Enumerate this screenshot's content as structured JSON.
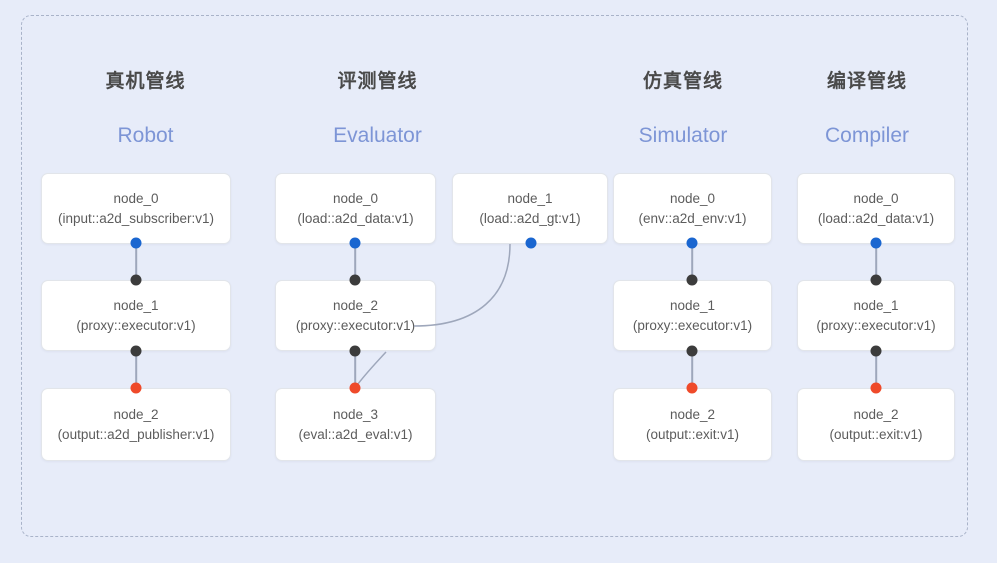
{
  "diagram": {
    "title_visible": false,
    "background_color": "#e7ecf9",
    "container_border_color": "#a9b3c9",
    "accent_color": "#7d95d6",
    "port_colors": {
      "output_blue": "#1a66d0",
      "dark": "#3c3c3c",
      "input_red": "#ef4a2a"
    },
    "columns": [
      {
        "id": "robot",
        "title_cn": "真机管线",
        "title_en": "Robot",
        "nodes": [
          {
            "id": "r0",
            "name": "node_0",
            "type": "(input::a2d_subscriber:v1)",
            "col": 0,
            "row": 0
          },
          {
            "id": "r1",
            "name": "node_1",
            "type": "(proxy::executor:v1)",
            "col": 0,
            "row": 1
          },
          {
            "id": "r2",
            "name": "node_2",
            "type": "(output::a2d_publisher:v1)",
            "col": 0,
            "row": 2
          }
        ]
      },
      {
        "id": "evaluator",
        "title_cn": "评测管线",
        "title_en": "Evaluator",
        "nodes": [
          {
            "id": "e0",
            "name": "node_0",
            "type": "(load::a2d_data:v1)",
            "col": 1,
            "row": 0
          },
          {
            "id": "e1",
            "name": "node_1",
            "type": "(load::a2d_gt:v1)",
            "col": 1,
            "row": 0,
            "side": "right"
          },
          {
            "id": "e2",
            "name": "node_2",
            "type": "(proxy::executor:v1)",
            "col": 1,
            "row": 1
          },
          {
            "id": "e3",
            "name": "node_3",
            "type": "(eval::a2d_eval:v1)",
            "col": 1,
            "row": 2
          }
        ]
      },
      {
        "id": "simulator",
        "title_cn": "仿真管线",
        "title_en": "Simulator",
        "nodes": [
          {
            "id": "s0",
            "name": "node_0",
            "type": "(env::a2d_env:v1)",
            "col": 2,
            "row": 0
          },
          {
            "id": "s1",
            "name": "node_1",
            "type": "(proxy::executor:v1)",
            "col": 2,
            "row": 1
          },
          {
            "id": "s2",
            "name": "node_2",
            "type": "(output::exit:v1)",
            "col": 2,
            "row": 2
          }
        ]
      },
      {
        "id": "compiler",
        "title_cn": "编译管线",
        "title_en": "Compiler",
        "nodes": [
          {
            "id": "c0",
            "name": "node_0",
            "type": "(load::a2d_data:v1)",
            "col": 3,
            "row": 0
          },
          {
            "id": "c1",
            "name": "node_1",
            "type": "(proxy::executor:v1)",
            "col": 3,
            "row": 1
          },
          {
            "id": "c2",
            "name": "node_2",
            "type": "(output::exit:v1)",
            "col": 3,
            "row": 2
          }
        ]
      }
    ]
  }
}
